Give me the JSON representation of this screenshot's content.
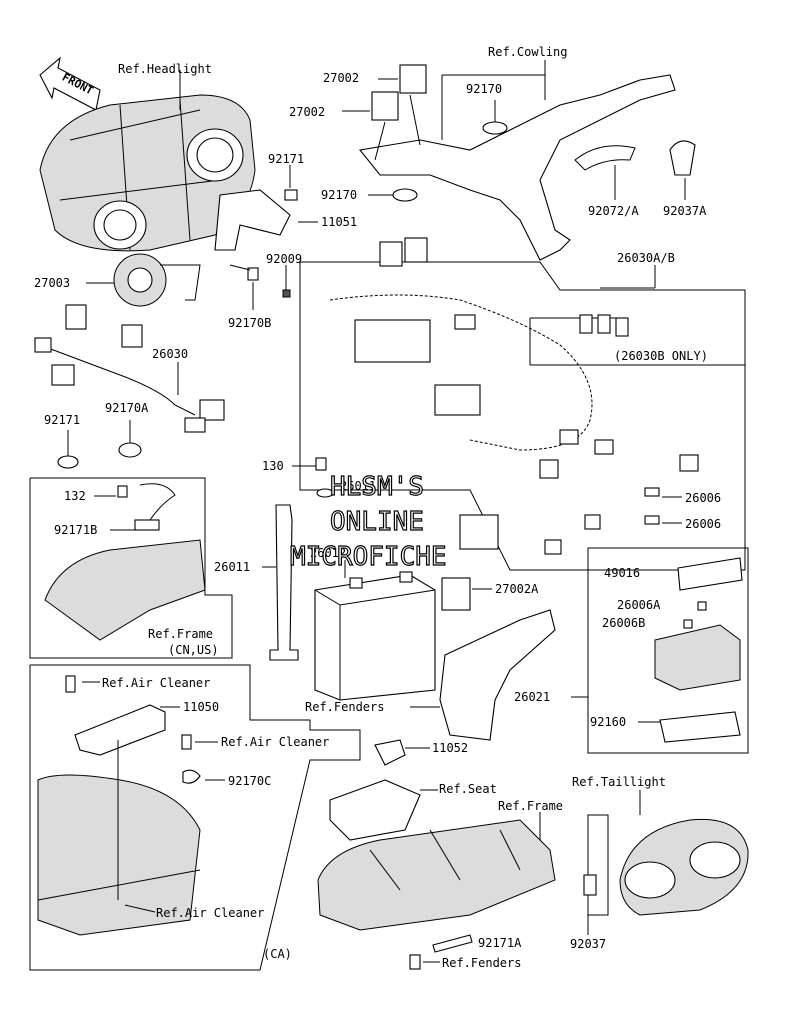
{
  "front_label": "FRONT",
  "labels": {
    "ref_headlight": "Ref.Headlight",
    "ref_cowling": "Ref.Cowling",
    "p27002_a": "27002",
    "p27002_b": "27002",
    "p92170_a": "92170",
    "p92171_a": "92171",
    "p92170_b": "92170",
    "p92072a": "92072/A",
    "p92037a": "92037A",
    "p11051": "11051",
    "p27003": "27003",
    "p92009": "92009",
    "p92170b": "92170B",
    "p26030ab": "26030A/B",
    "p26030b_only": "(26030B ONLY)",
    "p26030": "26030",
    "p92171_b": "92171",
    "p92170a": "92170A",
    "p130": "130",
    "p26011_top": "26011",
    "p26006_a": "26006",
    "p26006_b": "26006",
    "p132": "132",
    "p92171b": "92171B",
    "p26011": "26011",
    "p26012": "26012",
    "p27002a": "27002A",
    "p49016": "49016",
    "p26006a": "26006A",
    "p26006b": "26006B",
    "ref_frame_cnus_1": "Ref.Frame",
    "ref_frame_cnus_2": "(CN,US)",
    "ref_air_cleaner_1": "Ref.Air Cleaner",
    "p11050": "11050",
    "ref_air_cleaner_2": "Ref.Air Cleaner",
    "p92170c": "92170C",
    "ref_fenders_1": "Ref.Fenders",
    "p26021": "26021",
    "p92160": "92160",
    "p11052": "11052",
    "ref_seat": "Ref.Seat",
    "ref_taillight": "Ref.Taillight",
    "ref_frame_2": "Ref.Frame",
    "ref_air_cleaner_3": "Ref.Air Cleaner",
    "ca": "(CA)",
    "p92037": "92037",
    "p92171a": "92171A",
    "ref_fenders_2": "Ref.Fenders"
  },
  "watermark": {
    "line1": "HLSM'S",
    "line2": "ONLINE",
    "line3": "MICROFICHE"
  }
}
